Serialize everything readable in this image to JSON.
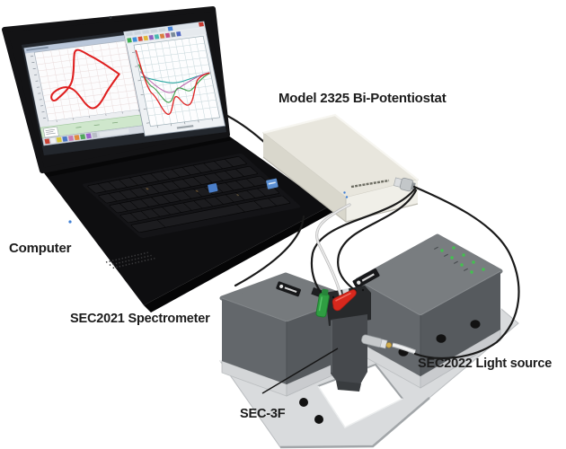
{
  "labels": {
    "computer": "Computer",
    "potentiostat": "Model 2325 Bi-Potentiostat",
    "spectrometer": "SEC2021 Spectrometer",
    "light_source": "SEC2022 Light source",
    "cell": "SEC-3F"
  },
  "colors": {
    "background": "#ffffff",
    "label_text": "#1c1c1c",
    "potentiostat_body": "#e8e6dd",
    "instrument_gray_top": "#767a7d",
    "instrument_gray_front": "#55595d",
    "stage_aluminum": "#d9dbdd",
    "clip_green": "#2f9e42",
    "clip_red": "#d8281d",
    "led_green": "#42c24e",
    "cable_black": "#1a1a1a",
    "cv_curve_red": "#df1f1f",
    "laptop_black": "#0e0e10"
  },
  "icons": {
    "left_window": "cv-voltammogram-plot",
    "right_window": "spectra-plot",
    "clips": [
      "green-alligator-clip",
      "red-alligator-clip"
    ],
    "leds": "green-status-leds"
  }
}
